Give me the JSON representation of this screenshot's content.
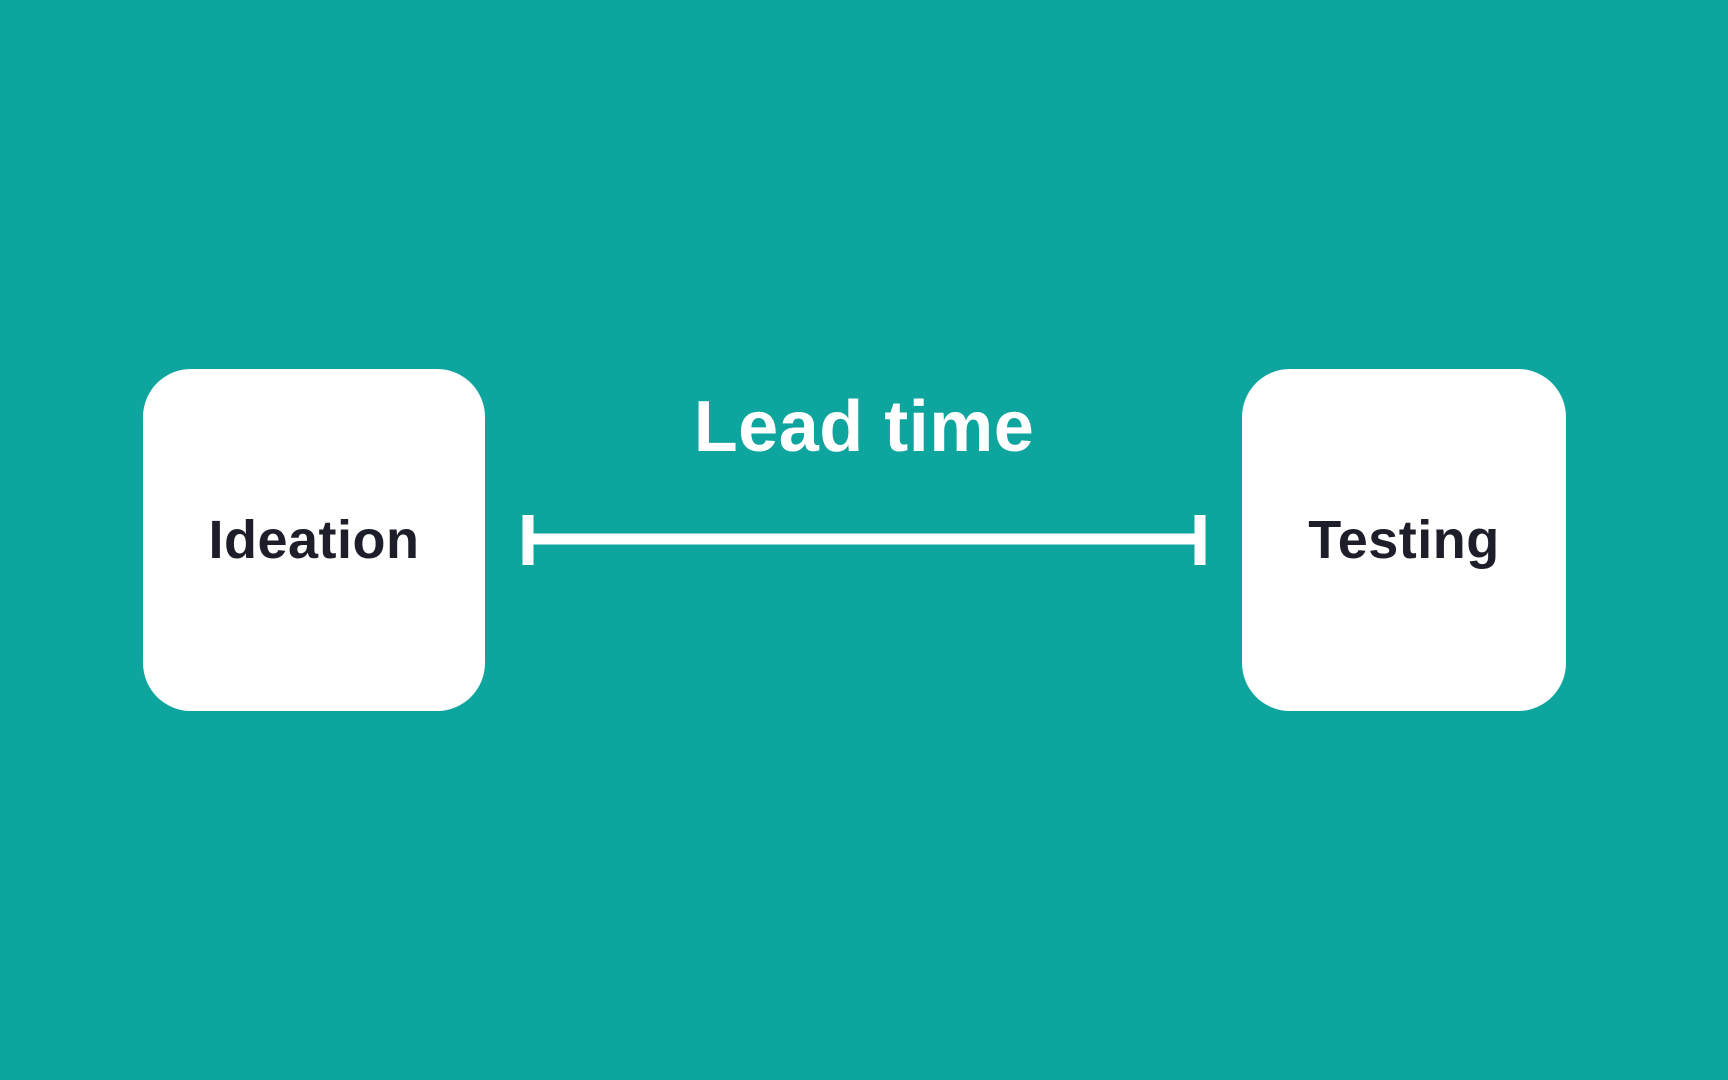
{
  "diagram": {
    "background_color": "#0fa59f",
    "nodes": [
      {
        "id": "ideation",
        "label": "Ideation"
      },
      {
        "id": "testing",
        "label": "Testing"
      }
    ],
    "connector": {
      "label": "Lead time",
      "from": "ideation",
      "to": "testing",
      "style": "dimension-line-with-end-ticks",
      "color": "#ffffff"
    },
    "node_fill": "#ffffff",
    "node_text_color": "#1e1e2a"
  }
}
